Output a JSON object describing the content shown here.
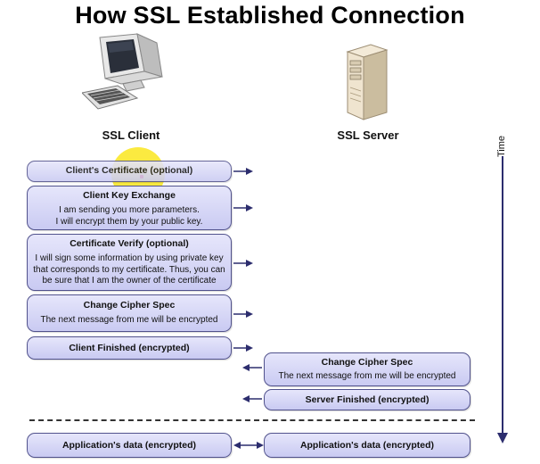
{
  "title": "How SSL Established Connection",
  "client": {
    "label": "SSL Client"
  },
  "server": {
    "label": "SSL Server"
  },
  "time_label": "Time",
  "messages": [
    {
      "head": "Client's Certificate (optional)",
      "body": ""
    },
    {
      "head": "Client Key Exchange",
      "body": "I am sending you more parameters.\nI will encrypt them by your public key."
    },
    {
      "head": "Certificate Verify (optional)",
      "body": "I will sign some information by using private key\nthat corresponds to my certificate. Thus, you can\nbe sure that I am the owner of the certificate"
    },
    {
      "head": "Change Cipher Spec",
      "body": "The next message from me will be encrypted"
    },
    {
      "head": "Client Finished (encrypted)",
      "body": ""
    },
    {
      "head": "Change Cipher Spec",
      "body": "The next message from me will be encrypted"
    },
    {
      "head": "Server Finished (encrypted)",
      "body": ""
    },
    {
      "head": "Application's data (encrypted)",
      "body": ""
    },
    {
      "head": "Application's data (encrypted)",
      "body": ""
    }
  ],
  "colors": {
    "box_top": "#e6e6fb",
    "box_bottom": "#c9caf2",
    "box_border": "#51528c",
    "arrow": "#2c2d6e",
    "highlight": "#fae61e"
  }
}
